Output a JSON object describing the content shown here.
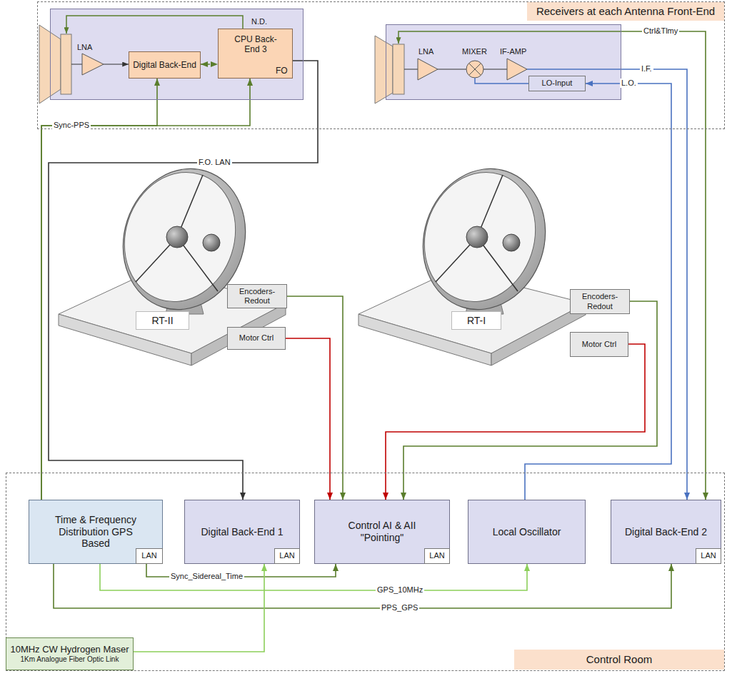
{
  "diagram": {
    "nodes": [
      {
        "text": [
          "Receivers at each Antenna Front-End"
        ]
      },
      {
        "text": [
          "LNA",
          "N.D."
        ],
        "in": 0
      },
      {
        "text": [
          "Digital Back-End"
        ],
        "in": 1
      },
      {
        "text": [
          "CPU Back-End 3",
          "FO"
        ],
        "in": 1
      },
      {
        "text": [
          "LNA",
          "MIXER",
          "IF-AMP"
        ],
        "in": 0
      },
      {
        "text": [
          "LO-Input"
        ],
        "in": 4
      },
      {
        "text": [
          "RT-II"
        ]
      },
      {
        "text": [
          "Encoders-Redout"
        ]
      },
      {
        "text": [
          "Motor Ctrl"
        ]
      },
      {
        "text": [
          "RT-I"
        ]
      },
      {
        "text": [
          "Encoders-Redout"
        ]
      },
      {
        "text": [
          "Motor Ctrl"
        ]
      },
      {
        "text": [
          "Control Room"
        ]
      },
      {
        "text": [
          "Time & Frequency Distribution GPS Based"
        ],
        "in": 12
      },
      {
        "text": [
          "LAN"
        ],
        "in": 13
      },
      {
        "text": [
          "Digital Back-End 1"
        ],
        "in": 12
      },
      {
        "text": [
          "LAN"
        ],
        "in": 15
      },
      {
        "text": [
          "Control AI & AII \"Pointing\""
        ],
        "in": 12
      },
      {
        "text": [
          "LAN"
        ],
        "in": 17
      },
      {
        "text": [
          "Local Oscillator"
        ],
        "in": 12
      },
      {
        "text": [
          "Digital Back-End 2"
        ],
        "in": 12
      },
      {
        "text": [
          "LAN"
        ],
        "in": 20
      },
      {
        "text": [
          "10MHz CW Hydrogen Maser",
          "1Km Analogue Fiber Optic Link"
        ]
      }
    ],
    "edges": [
      {
        "from": 13,
        "to": 2,
        "arrow": "to",
        "label": "Sync-PPS"
      },
      {
        "from": 13,
        "to": 3,
        "arrow": "to"
      },
      {
        "from": 2,
        "to": 3,
        "arrow": "both"
      },
      {
        "from": 3,
        "to": 15,
        "arrow": "to",
        "label": "F.O. LAN"
      },
      {
        "from": 7,
        "to": 17,
        "arrow": "to"
      },
      {
        "from": 8,
        "to": 17,
        "arrow": "to"
      },
      {
        "from": 11,
        "to": 17,
        "arrow": "to"
      },
      {
        "from": 10,
        "to": 17,
        "arrow": "to"
      },
      {
        "from": 4,
        "to": 20,
        "arrow": "to",
        "label": "Ctrl&Tlmy"
      },
      {
        "from": 4,
        "to": 20,
        "arrow": "to",
        "label": "I.F."
      },
      {
        "from": 19,
        "to": 5,
        "arrow": "to",
        "label": "L.O."
      },
      {
        "from": 13,
        "to": 17,
        "arrow": "to",
        "label": "Sync_Sidereal_Time"
      },
      {
        "from": 13,
        "to": 19,
        "arrow": "to",
        "label": "GPS_10MHz"
      },
      {
        "from": 13,
        "to": 20,
        "arrow": "to",
        "label": "PPS_GPS"
      },
      {
        "from": 22,
        "to": 15,
        "arrow": "to"
      }
    ]
  }
}
